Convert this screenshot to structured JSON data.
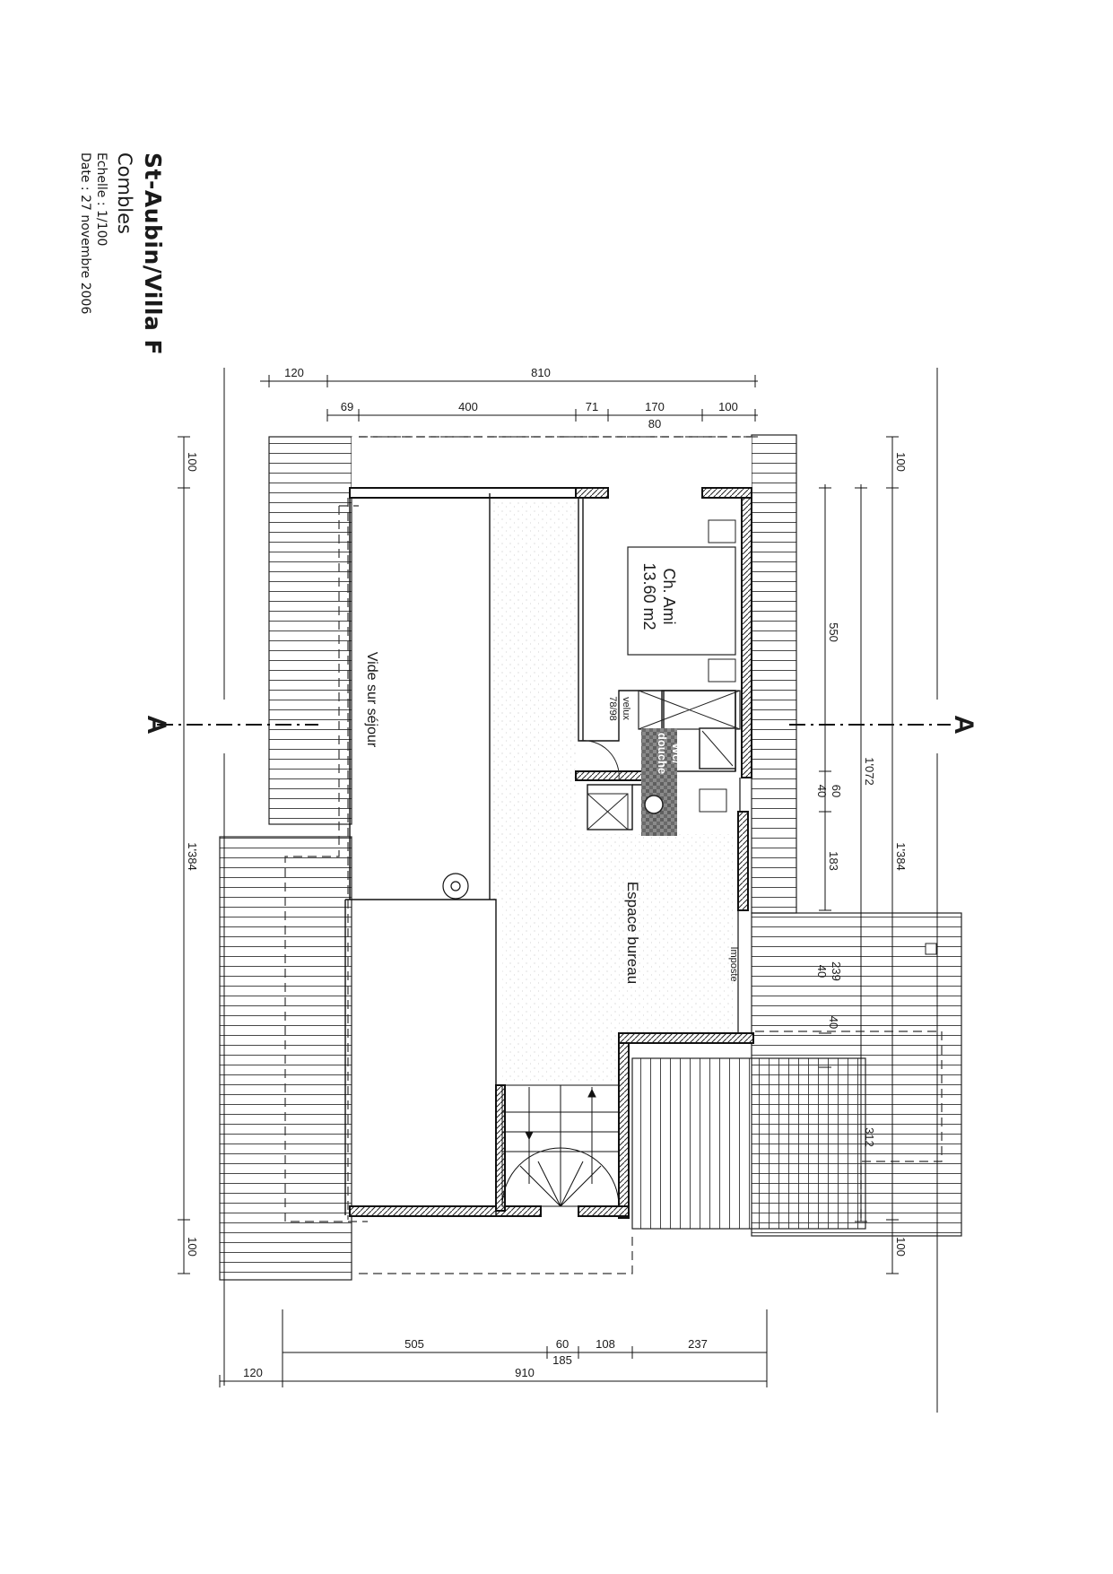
{
  "title_block": {
    "project": "St-Aubin/Villa F",
    "level": "Combles",
    "scale": "Echelle : 1/100",
    "date": "Date : 27 novembre 2006"
  },
  "rooms": {
    "void_living": "Vide sur séjour",
    "office": "Espace bureau",
    "guest_room_name": "Ch. Ami",
    "guest_room_area": "13.60 m2",
    "skylight_1": "velux",
    "skylight_2": "78/98",
    "wc_line1": "Wc/",
    "wc_line2": "douche",
    "transom": "Imposte"
  },
  "section_marks": {
    "left": "A",
    "right": "A"
  },
  "dimensions_top": {
    "d120": "120",
    "d810": "810",
    "d69": "69",
    "d400": "400",
    "d71": "71",
    "d170": "170",
    "d100": "100",
    "d80": "80"
  },
  "dimensions_left": {
    "d100_top": "100",
    "d1384": "1'384",
    "d100_bottom": "100"
  },
  "dimensions_right": {
    "d100_top": "100",
    "d550": "550",
    "d1072": "1'072",
    "d1384": "1'384",
    "d60": "60",
    "d40a": "40",
    "d183": "183",
    "d239": "239",
    "d40b": "40",
    "d40c": "40",
    "d312": "312",
    "d100_bottom": "100"
  },
  "dimensions_bottom": {
    "d505": "505",
    "d60": "60",
    "d185": "185",
    "d108": "108",
    "d237": "237",
    "d120": "120",
    "d910": "910"
  }
}
